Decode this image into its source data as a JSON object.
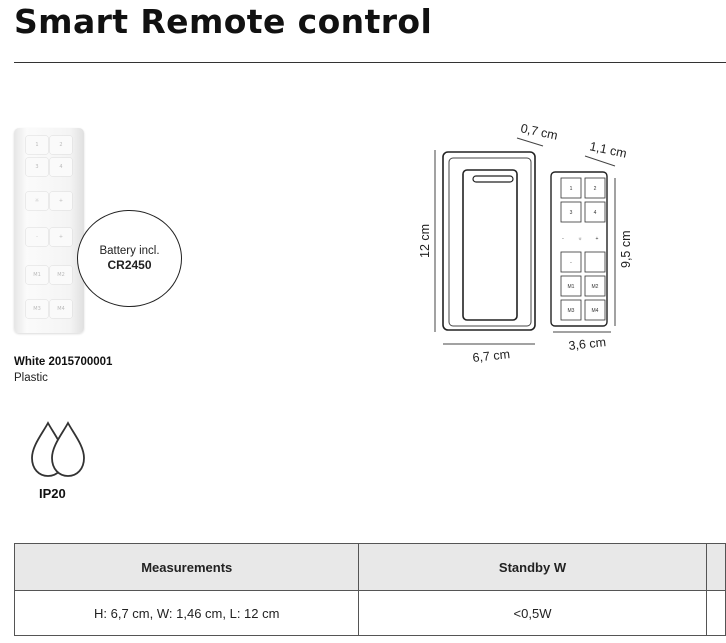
{
  "title": "Smart Remote control",
  "product": {
    "color_code": "White 2015700001",
    "material": "Plastic",
    "battery": {
      "label": "Battery incl.",
      "model": "CR2450"
    },
    "ip_rating": "IP20"
  },
  "dimensions": {
    "bracket_height": "12 cm",
    "bracket_width": "6,7 cm",
    "bracket_depth": "0,7 cm",
    "remote_depth": "1,1 cm",
    "remote_height": "9,5 cm",
    "remote_width": "3,6 cm"
  },
  "remote_buttons": [
    "1",
    "2",
    "3",
    "4",
    "-",
    "☼",
    "+",
    "-",
    "M1",
    "M2",
    "M3",
    "M4"
  ],
  "table": {
    "headers": [
      "Measurements",
      "Standby W"
    ],
    "rows": [
      [
        "H: 6,7 cm, W: 1,46 cm, L: 12 cm",
        "<0,5W"
      ]
    ]
  }
}
